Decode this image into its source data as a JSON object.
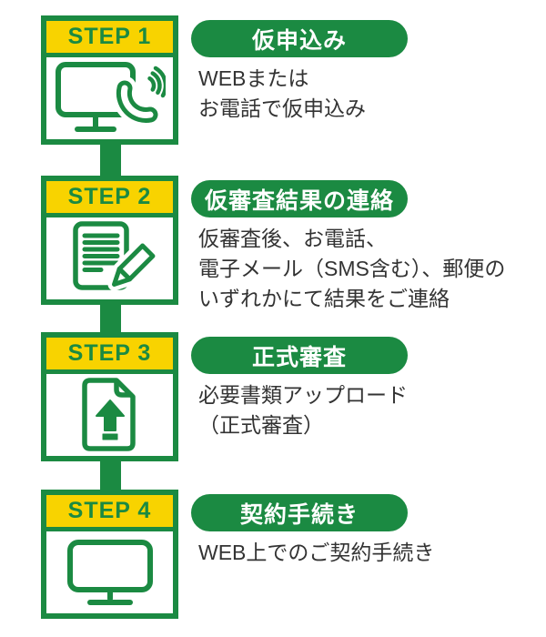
{
  "colors": {
    "accent_green": "#1B8A42",
    "header_yellow": "#F8D300",
    "text_dark": "#333333",
    "pill_text": "#ffffff"
  },
  "steps": [
    {
      "label": "STEP 1",
      "title": "仮申込み",
      "icon": "monitor-phone-icon",
      "description_lines": [
        "WEBまたは",
        "お電話で仮申込み"
      ]
    },
    {
      "label": "STEP 2",
      "title": "仮審査結果の連絡",
      "icon": "document-pencil-icon",
      "description_lines": [
        "仮審査後、お電話、",
        "電子メール（SMS含む）、郵便の",
        "いずれかにて結果をご連絡"
      ]
    },
    {
      "label": "STEP 3",
      "title": "正式審査",
      "icon": "file-upload-icon",
      "description_lines": [
        "必要書類アップロード",
        "（正式審査）"
      ]
    },
    {
      "label": "STEP 4",
      "title": "契約手続き",
      "icon": "monitor-icon",
      "description_lines": [
        "WEB上でのご契約手続き"
      ]
    }
  ]
}
